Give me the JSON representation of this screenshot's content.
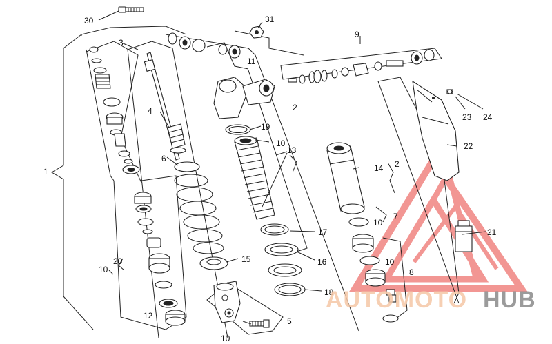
{
  "labels": {
    "l1": "1",
    "l2a": "2",
    "l2b": "2",
    "l3": "3",
    "l4": "4",
    "l5": "5",
    "l6": "6",
    "l7": "7",
    "l8": "8",
    "l9": "9",
    "l10a": "10",
    "l10b": "10",
    "l10c": "10",
    "l10d": "10",
    "l10e": "10",
    "l11": "11",
    "l12": "12",
    "l13": "13",
    "l14": "14",
    "l15": "15",
    "l16": "16",
    "l17": "17",
    "l18": "18",
    "l19": "19",
    "l20": "20",
    "l21": "21",
    "l22": "22",
    "l23": "23",
    "l24": "24",
    "l30": "30",
    "l31": "31"
  },
  "watermark": {
    "part1": "AUTOMOTO",
    "part2": "HUB"
  },
  "colors": {
    "logo_red": "#e8413c",
    "logo_orange": "#f5b58a",
    "logo_gray": "#8a8a8a"
  }
}
